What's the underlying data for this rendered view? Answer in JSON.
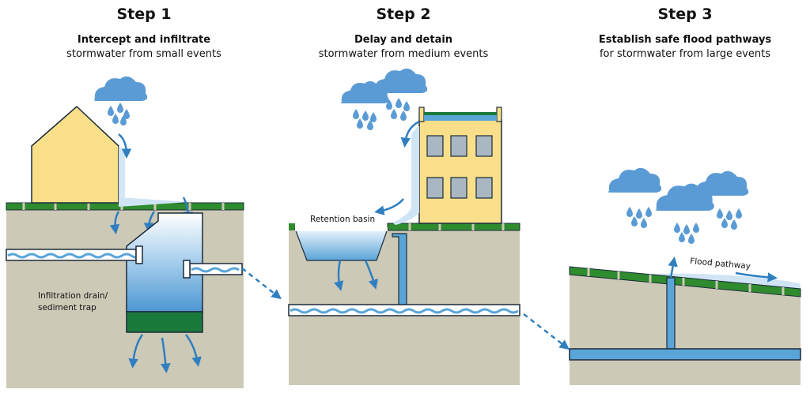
{
  "steps": [
    {
      "title": "Step 1",
      "action": "Intercept and infiltrate",
      "scope": "stormwater from small events",
      "labels": {
        "drain": "Infiltration drain/",
        "drain2": "sediment trap"
      }
    },
    {
      "title": "Step 2",
      "action": "Delay and detain",
      "scope": "stormwater from medium events",
      "labels": {
        "basin": "Retention basin"
      }
    },
    {
      "title": "Step 3",
      "action": "Establish safe flood pathways",
      "scope": "for stormwater from large events",
      "labels": {
        "pathway": "Flood pathway"
      }
    }
  ],
  "icons": [
    "cloud-icon",
    "rain-drop-icon",
    "house-icon",
    "building-icon",
    "arrow-icon"
  ],
  "colors": {
    "ground": "#cdc9b7",
    "grass": "#2e8b2e",
    "water": "#5aa5d8",
    "cloud": "#5b9bd5",
    "house": "#f9df8a",
    "sediment": "#1a7a3c",
    "outline": "#1c2b3a"
  }
}
